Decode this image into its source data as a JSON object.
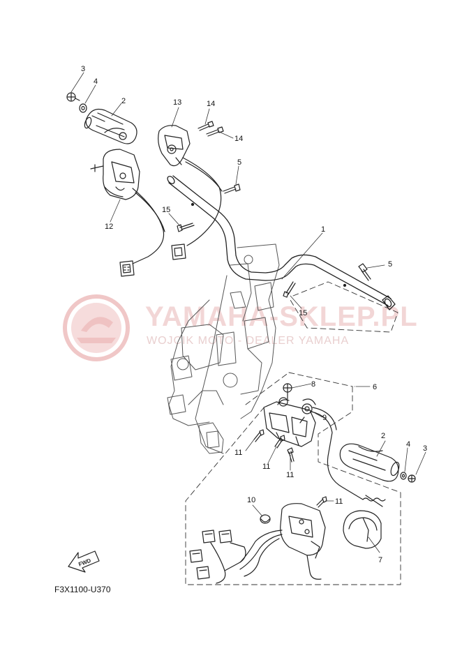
{
  "watermark": {
    "main": "YAMAHA-SKLEP.PL",
    "sub": "WOJCIK MOTO - DEALER YAMAHA",
    "color": "#e8b5b5"
  },
  "diagram_code": "F3X1100-U370",
  "fwd_label": "FWD",
  "callouts": {
    "c1": "1",
    "c2a": "2",
    "c2b": "2",
    "c3a": "3",
    "c3b": "3",
    "c4a": "4",
    "c4b": "4",
    "c5a": "5",
    "c5b": "5",
    "c6": "6",
    "c7": "7",
    "c8": "8",
    "c9": "9",
    "c10": "10",
    "c11a": "11",
    "c11b": "11",
    "c11c": "11",
    "c11d": "11",
    "c12": "12",
    "c13": "13",
    "c14a": "14",
    "c14b": "14",
    "c15a": "15",
    "c15b": "15"
  }
}
